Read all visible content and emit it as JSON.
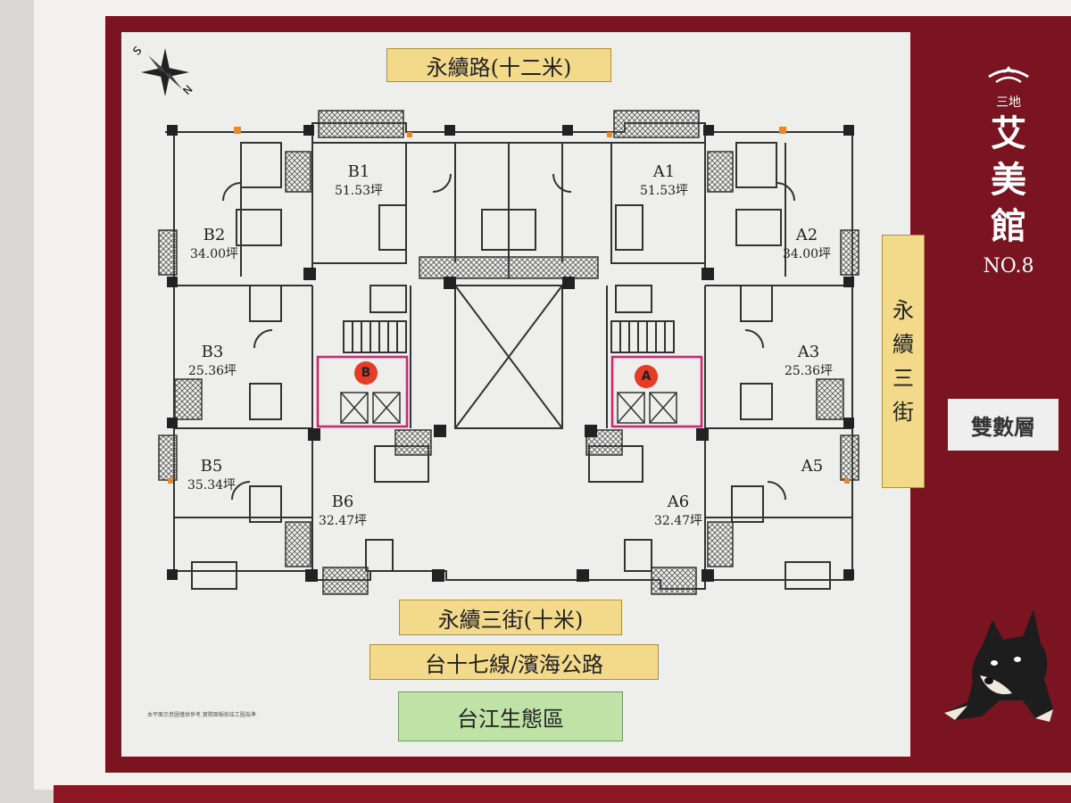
{
  "roads": {
    "top": "永續路(十二米)",
    "bottom": "永續三街(十米)",
    "highway": "台十七線/濱海公路",
    "eco": "台江生態區",
    "side_chars": [
      "永",
      "續",
      "三",
      "街"
    ]
  },
  "compass": {
    "s": "S",
    "n": "N"
  },
  "brand": {
    "developer": "三地",
    "name_chars": [
      "艾",
      "美",
      "館"
    ],
    "no": "NO.8",
    "floor_type": "雙數層"
  },
  "units": [
    {
      "id": "B1",
      "area": "51.53坪"
    },
    {
      "id": "A1",
      "area": "51.53坪"
    },
    {
      "id": "B2",
      "area": "34.00坪"
    },
    {
      "id": "A2",
      "area": "34.00坪"
    },
    {
      "id": "B3",
      "area": "25.36坪"
    },
    {
      "id": "A3",
      "area": "25.36坪"
    },
    {
      "id": "B5",
      "area": "35.34坪"
    },
    {
      "id": "A5",
      "area": ""
    },
    {
      "id": "B6",
      "area": "32.47坪"
    },
    {
      "id": "A6",
      "area": "32.47坪"
    }
  ],
  "elevator_markers": {
    "b": "B",
    "a": "A"
  },
  "disclaimer": "本平面示意圖僅供參考,實際面積依竣工圖為準",
  "colors": {
    "frame": "#7a1420",
    "marker": "#e43c26",
    "road_label": "#f3d98a",
    "eco_label": "#bfe3a7",
    "elevator_outline": "#d8226a"
  }
}
